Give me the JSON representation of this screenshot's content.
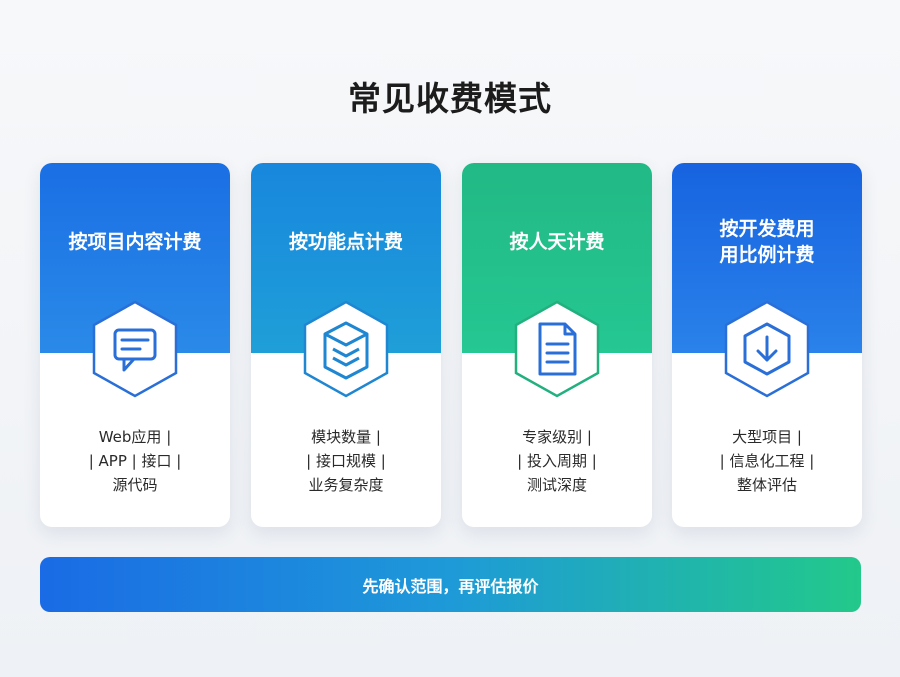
{
  "title": "常见收费模式",
  "cards": [
    {
      "title_lines": [
        "按项目内容计费"
      ],
      "icon": "chat-document-icon",
      "desc_lines": [
        "Web应用 |",
        "| APP | 接口 |",
        "源代码"
      ],
      "color": "#1a6fe4"
    },
    {
      "title_lines": [
        "按功能点计费"
      ],
      "icon": "layers-icon",
      "desc_lines": [
        "模块数量 |",
        "| 接口规模 |",
        "业务复杂度"
      ],
      "color": "#1887dd"
    },
    {
      "title_lines": [
        "按人天计费"
      ],
      "icon": "document-icon",
      "desc_lines": [
        "专家级别 |",
        "| 投入周期 |",
        "测试深度"
      ],
      "color": "#22b985"
    },
    {
      "title_lines": [
        "按开发费用",
        "用比例计费"
      ],
      "icon": "download-icon",
      "desc_lines": [
        "大型项目 |",
        "| 信息化工程 |",
        "整体评估"
      ],
      "color": "#1763e0"
    }
  ],
  "banner": "先确认范围，再评估报价"
}
